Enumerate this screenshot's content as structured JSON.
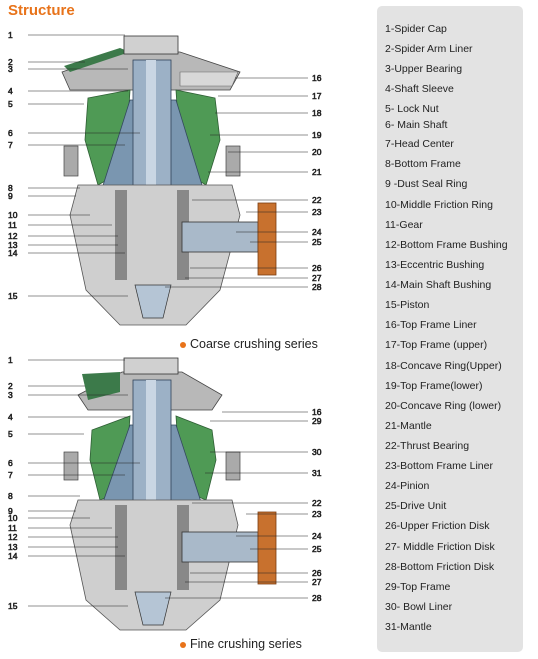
{
  "title": "Structure",
  "captions": {
    "coarse": "Coarse crushing series",
    "fine": "Fine crushing series"
  },
  "accent_color": "#e8731a",
  "legend": [
    "1-Spider Cap",
    "2-Spider Arm Liner",
    "3-Upper Bearing",
    "4-Shaft Sleeve",
    "5- Lock Nut",
    "6- Main Shaft",
    "7-Head Center",
    "8-Bottom Frame",
    "9 -Dust Seal Ring",
    "10-Middle Friction Ring",
    "11-Gear",
    "12-Bottom Frame Bushing",
    "13-Eccentric Bushing",
    "14-Main Shaft Bushing",
    "15-Piston",
    "16-Top Frame Liner",
    "17-Top Frame (upper)",
    "18-Concave Ring(Upper)",
    "19-Top Frame(lower)",
    "20-Concave Ring (lower)",
    "21-Mantle",
    "22-Thrust Bearing",
    "23-Bottom Frame Liner",
    "24-Pinion",
    "25-Drive Unit",
    "26-Upper Friction Disk",
    "27- Middle Friction Disk",
    "28-Bottom Friction Disk",
    "29-Top Frame",
    "30- Bowl Liner",
    "31-Mantle"
  ],
  "coarse_labels": {
    "left": [
      "1",
      "2",
      "3",
      "4",
      "5",
      "6",
      "7",
      "8",
      "9",
      "10",
      "11",
      "12",
      "13",
      "14",
      "15"
    ],
    "right": [
      "16",
      "17",
      "18",
      "19",
      "20",
      "21",
      "22",
      "23",
      "24",
      "25",
      "26",
      "27",
      "28"
    ]
  },
  "fine_labels": {
    "left": [
      "1",
      "2",
      "3",
      "4",
      "5",
      "6",
      "7",
      "8",
      "9",
      "10",
      "11",
      "12",
      "13",
      "14",
      "15"
    ],
    "right": [
      "16",
      "29",
      "30",
      "31",
      "22",
      "23",
      "24",
      "25",
      "26",
      "27",
      "28"
    ]
  }
}
